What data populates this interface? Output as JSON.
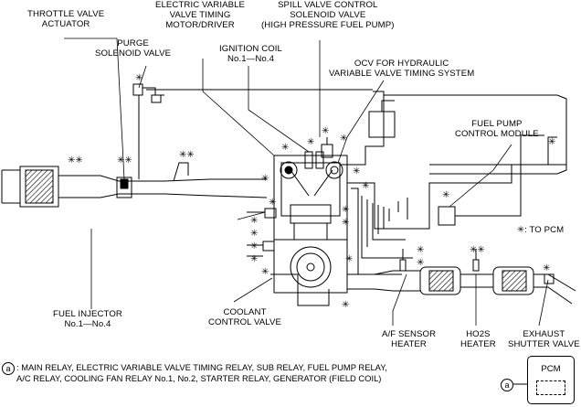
{
  "labels": {
    "throttle_valve_actuator": [
      "THROTTLE VALVE",
      "ACTUATOR"
    ],
    "purge_solenoid_valve": [
      "PURGE",
      "SOLENOID VALVE"
    ],
    "electric_vvt_motor": [
      "ELECTRIC VARIABLE",
      "VALVE TIMING",
      "MOTOR/DRIVER"
    ],
    "spill_valve": [
      "SPILL VALVE CONTROL",
      "SOLENOID VALVE",
      "(HIGH PRESSURE FUEL PUMP)"
    ],
    "ignition_coil": [
      "IGNITION COIL",
      "No.1—No.4"
    ],
    "ocv_hydraulic": [
      "OCV FOR HYDRAULIC",
      "VARIABLE VALVE TIMING SYSTEM"
    ],
    "fuel_pump_control_module": [
      "FUEL PUMP",
      "CONTROL MODULE"
    ],
    "to_pcm": "✳: TO PCM",
    "fuel_injector": [
      "FUEL INJECTOR",
      "No.1—No.4"
    ],
    "coolant_control_valve": [
      "COOLANT",
      "CONTROL VALVE"
    ],
    "af_sensor_heater": [
      "A/F SENSOR",
      "HEATER"
    ],
    "ho2s_heater": [
      "HO2S",
      "HEATER"
    ],
    "exhaust_shutter_valve": [
      "EXHAUST",
      "SHUTTER VALVE"
    ]
  },
  "footnote": {
    "marker": "a",
    "lines": [
      ": MAIN RELAY, ELECTRIC VARIABLE VALVE TIMING RELAY, SUB RELAY, FUEL PUMP RELAY,",
      "A/C RELAY, COOLING FAN RELAY No.1, No.2, STARTER RELAY, GENERATOR (FIELD COIL)"
    ]
  },
  "pcm": {
    "marker": "a",
    "label": "PCM"
  },
  "marks": {
    "star": "✳",
    "double_star": "✳✳"
  }
}
